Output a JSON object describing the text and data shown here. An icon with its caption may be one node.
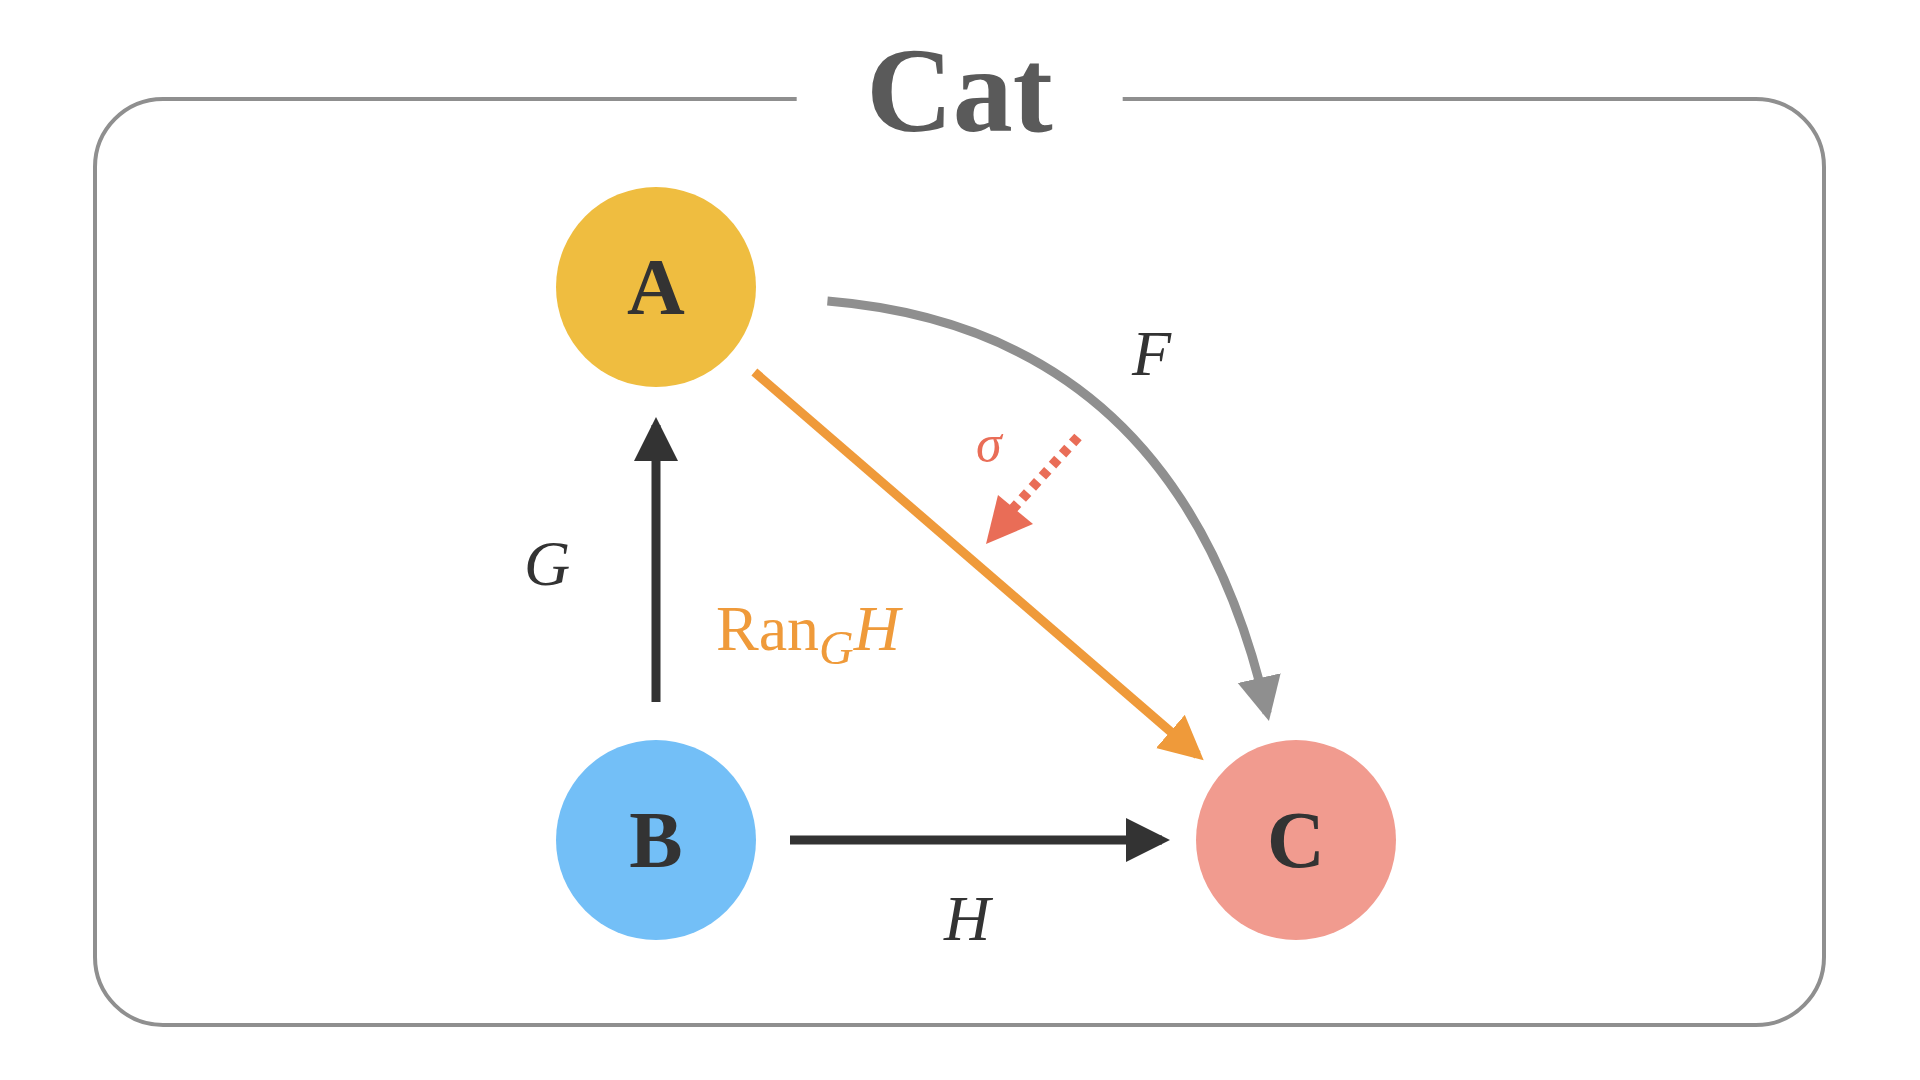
{
  "diagram": {
    "nodes": [
      {
        "text": [
          "Cat"
        ]
      },
      {
        "text": [
          "A"
        ],
        "in": 0
      },
      {
        "text": [
          "B"
        ],
        "in": 0
      },
      {
        "text": [
          "C"
        ],
        "in": 0
      }
    ],
    "edges": [
      {
        "from": 2,
        "to": 1,
        "arrow": "to",
        "label": "G"
      },
      {
        "from": 2,
        "to": 3,
        "arrow": "to",
        "label": "H"
      },
      {
        "from": 1,
        "to": 3,
        "arrow": "to",
        "label": "Ran$_{G}$*H*",
        "color": "#ef9a3a"
      },
      {
        "from": 1,
        "to": 3,
        "arrow": "to",
        "label": "F",
        "color": "#8f8f8f"
      }
    ],
    "labels": [
      "σ"
    ]
  }
}
